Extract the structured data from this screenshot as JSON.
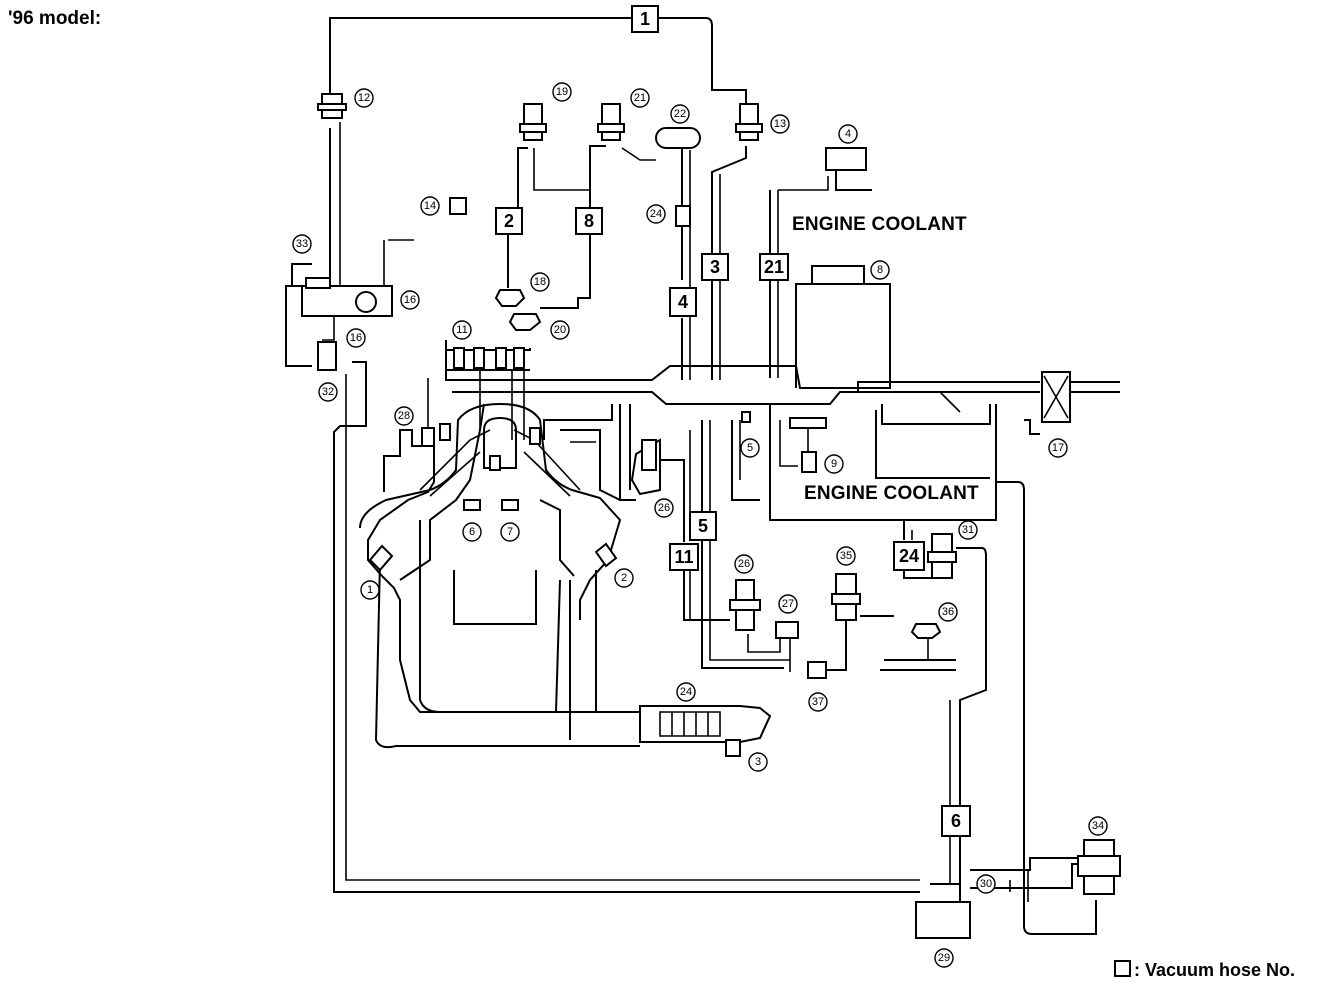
{
  "title": "'96 model:",
  "labels": {
    "coolant_top": "ENGINE COOLANT",
    "coolant_bottom": "ENGINE COOLANT"
  },
  "legend": {
    "text": ": Vacuum hose No."
  },
  "hoses": [
    "1",
    "2",
    "8",
    "3",
    "21",
    "4",
    "5",
    "11",
    "24",
    "6"
  ],
  "callouts": [
    "1",
    "2",
    "3",
    "4",
    "5",
    "6",
    "7",
    "8",
    "9",
    "11",
    "12",
    "13",
    "14",
    "16",
    "16",
    "17",
    "18",
    "19",
    "20",
    "21",
    "22",
    "24",
    "24",
    "26",
    "26",
    "27",
    "28",
    "29",
    "30",
    "31",
    "32",
    "33",
    "34",
    "35",
    "36",
    "37"
  ]
}
